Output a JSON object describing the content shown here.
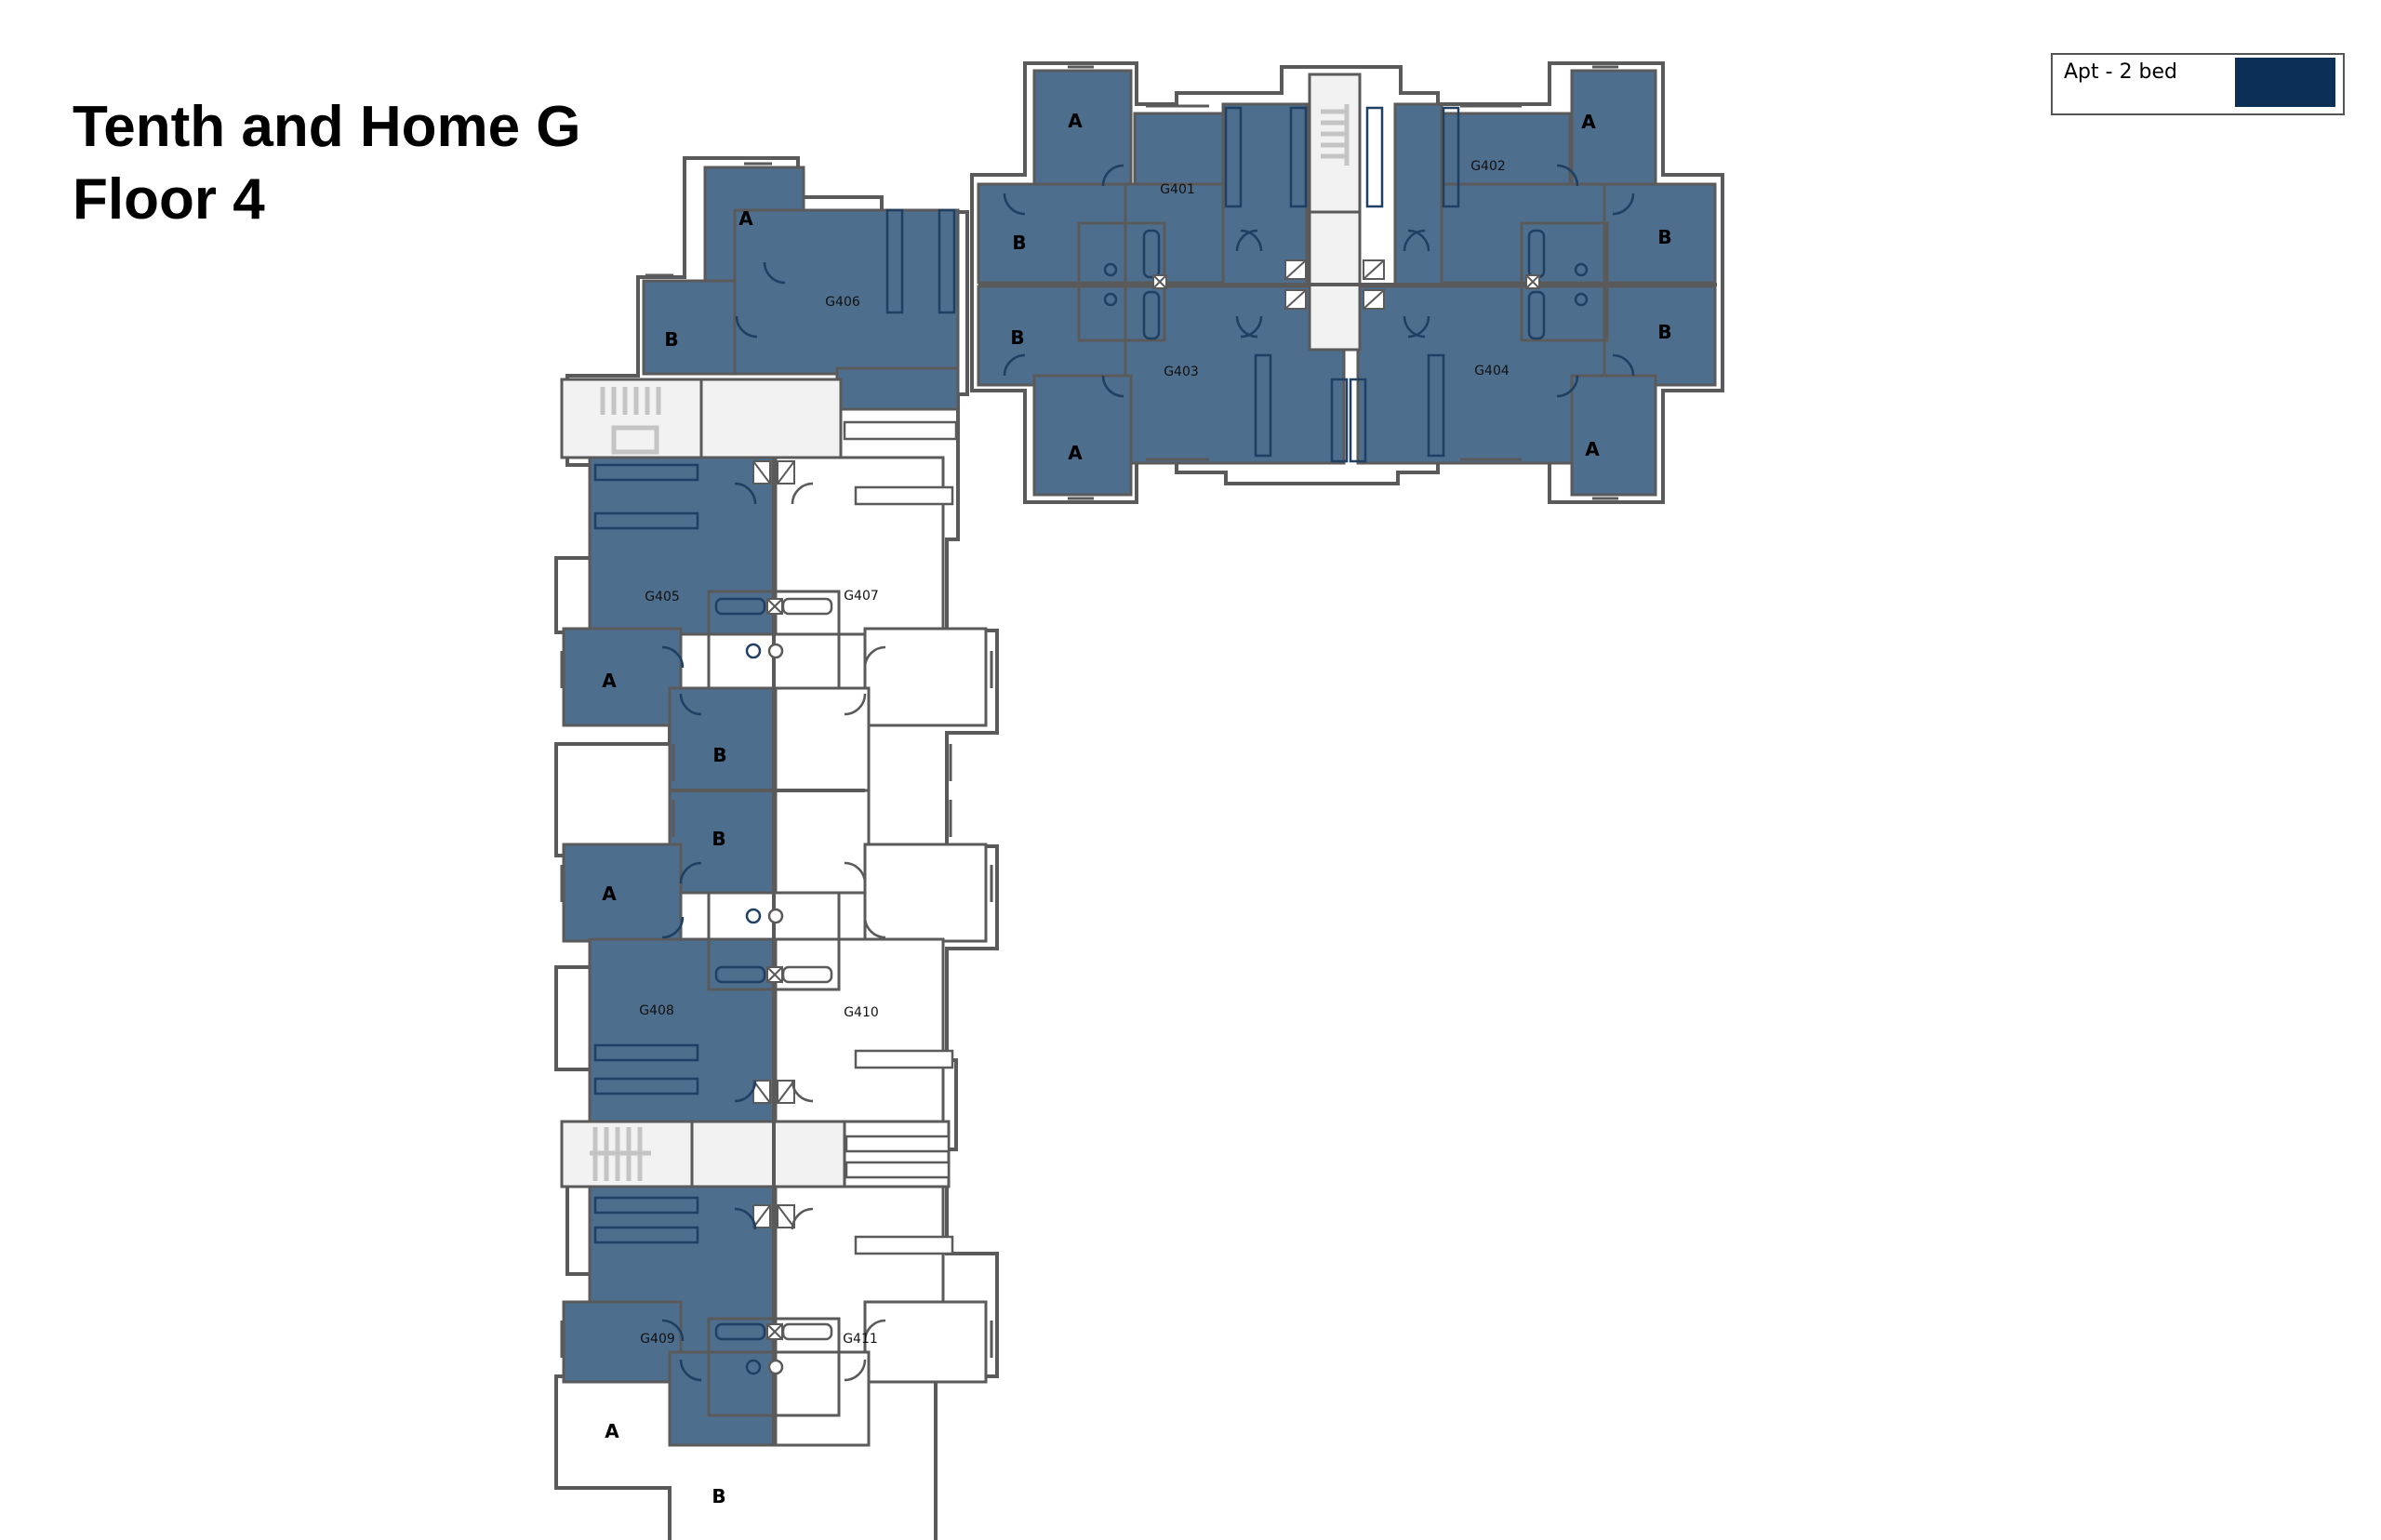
{
  "header": {
    "title_line1": "Tenth and Home G",
    "title_line2": "Floor 4"
  },
  "legend": {
    "items": [
      {
        "label": "Apt - 2 bed",
        "color": "#0b2f57"
      }
    ]
  },
  "colors": {
    "apt_fill": "#4e6e8e",
    "wall": "#5a5a5a",
    "fixture": "#1f3f63",
    "common": "#f2f2f2",
    "unassigned": "#ffffff"
  },
  "units": [
    {
      "id": "G401",
      "type": "Apt - 2 bed",
      "highlighted": true,
      "rooms": [
        "A",
        "B"
      ]
    },
    {
      "id": "G402",
      "type": "Apt - 2 bed",
      "highlighted": true,
      "rooms": [
        "A",
        "B"
      ]
    },
    {
      "id": "G403",
      "type": "Apt - 2 bed",
      "highlighted": true,
      "rooms": [
        "A",
        "B"
      ]
    },
    {
      "id": "G404",
      "type": "Apt - 2 bed",
      "highlighted": true,
      "rooms": [
        "A",
        "B"
      ]
    },
    {
      "id": "G405",
      "type": "Apt - 2 bed",
      "highlighted": true,
      "rooms": [
        "A",
        "B"
      ]
    },
    {
      "id": "G406",
      "type": "Apt - 2 bed",
      "highlighted": true,
      "rooms": [
        "A",
        "B"
      ]
    },
    {
      "id": "G407",
      "type": "",
      "highlighted": false,
      "rooms": []
    },
    {
      "id": "G408",
      "type": "Apt - 2 bed",
      "highlighted": true,
      "rooms": [
        "A",
        "B"
      ]
    },
    {
      "id": "G409",
      "type": "Apt - 2 bed",
      "highlighted": true,
      "rooms": [
        "A",
        "B"
      ]
    },
    {
      "id": "G410",
      "type": "",
      "highlighted": false,
      "rooms": []
    },
    {
      "id": "G411",
      "type": "",
      "highlighted": false,
      "rooms": []
    }
  ],
  "room_labels": {
    "a": "A",
    "b": "B"
  }
}
